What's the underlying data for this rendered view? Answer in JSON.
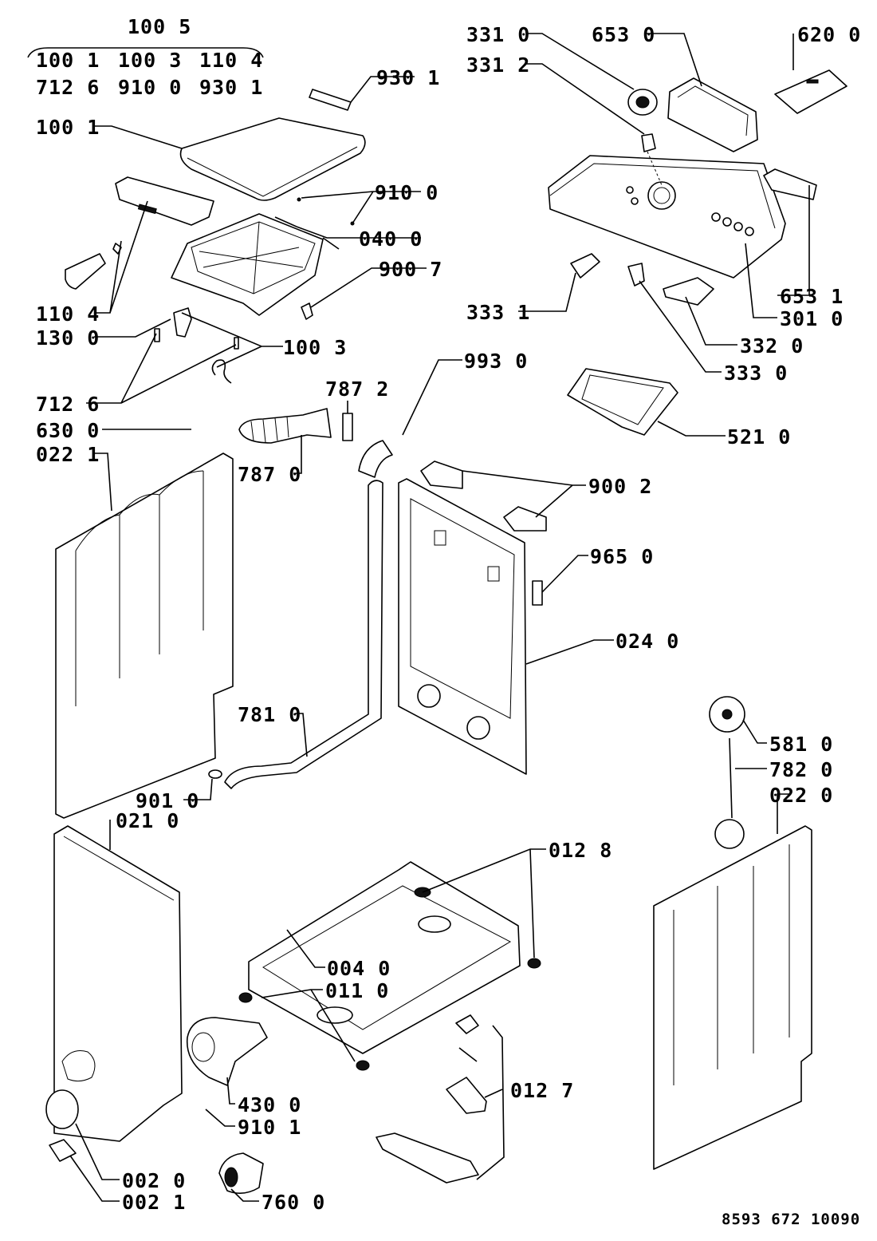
{
  "header": {
    "kit_title": "100 5",
    "kit_row1": [
      "100 1",
      "100 3",
      "110 4"
    ],
    "kit_row2": [
      "712 6",
      "910 0",
      "930 1"
    ]
  },
  "callouts": [
    {
      "id": "930-1",
      "text": "930 1"
    },
    {
      "id": "100-1",
      "text": "100 1"
    },
    {
      "id": "910-0",
      "text": "910 0"
    },
    {
      "id": "040-0",
      "text": "040 0"
    },
    {
      "id": "900-7",
      "text": "900 7"
    },
    {
      "id": "110-4",
      "text": "110 4"
    },
    {
      "id": "130-0",
      "text": "130 0"
    },
    {
      "id": "100-3",
      "text": "100 3"
    },
    {
      "id": "712-6",
      "text": "712 6"
    },
    {
      "id": "630-0",
      "text": "630 0"
    },
    {
      "id": "022-1",
      "text": "022 1"
    },
    {
      "id": "787-2",
      "text": "787 2"
    },
    {
      "id": "787-0",
      "text": "787 0"
    },
    {
      "id": "993-0",
      "text": "993 0"
    },
    {
      "id": "331-0",
      "text": "331 0"
    },
    {
      "id": "331-2",
      "text": "331 2"
    },
    {
      "id": "653-0",
      "text": "653 0"
    },
    {
      "id": "620-0",
      "text": "620 0"
    },
    {
      "id": "653-1",
      "text": "653 1"
    },
    {
      "id": "333-1",
      "text": "333 1"
    },
    {
      "id": "301-0",
      "text": "301 0"
    },
    {
      "id": "332-0",
      "text": "332 0"
    },
    {
      "id": "333-0",
      "text": "333 0"
    },
    {
      "id": "521-0",
      "text": "521 0"
    },
    {
      "id": "900-2",
      "text": "900 2"
    },
    {
      "id": "965-0",
      "text": "965 0"
    },
    {
      "id": "024-0",
      "text": "024 0"
    },
    {
      "id": "781-0",
      "text": "781 0"
    },
    {
      "id": "901-0",
      "text": "901 0"
    },
    {
      "id": "021-0",
      "text": "021 0"
    },
    {
      "id": "581-0",
      "text": "581 0"
    },
    {
      "id": "782-0",
      "text": "782 0"
    },
    {
      "id": "022-0",
      "text": "022 0"
    },
    {
      "id": "012-8",
      "text": "012 8"
    },
    {
      "id": "004-0",
      "text": "004 0"
    },
    {
      "id": "011-0",
      "text": "011 0"
    },
    {
      "id": "012-7",
      "text": "012 7"
    },
    {
      "id": "430-0",
      "text": "430 0"
    },
    {
      "id": "910-1",
      "text": "910 1"
    },
    {
      "id": "002-0",
      "text": "002 0"
    },
    {
      "id": "002-1",
      "text": "002 1"
    },
    {
      "id": "760-0",
      "text": "760 0"
    }
  ],
  "footer": {
    "drawing_number": "8593 672 10090"
  }
}
